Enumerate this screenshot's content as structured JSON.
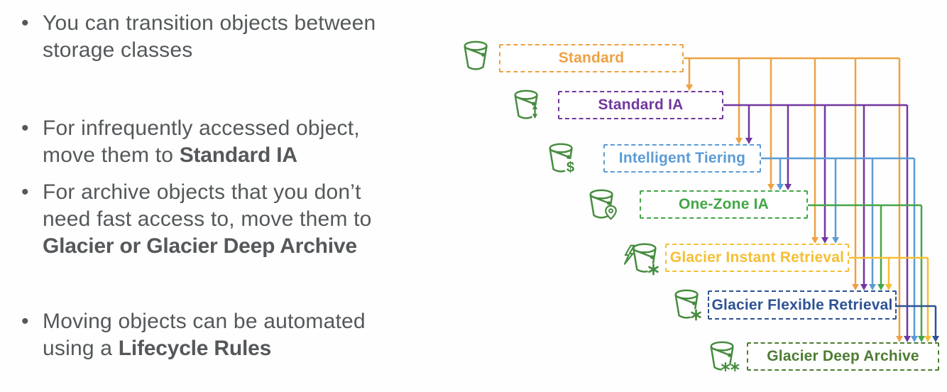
{
  "slide": {
    "background": "#fefefe",
    "text_color": "#54585a",
    "bullets": [
      {
        "pre": "You can transition objects between\nstorage classes",
        "emph": ""
      },
      {
        "pre": "For infrequently accessed object,\nmove them to ",
        "emph": "Standard IA"
      },
      {
        "pre": "For archive objects that you don’t\nneed fast access to, move them to\n",
        "emph": "Glacier or Glacier Deep Archive"
      },
      {
        "pre": "Moving objects can be automated\nusing a ",
        "emph": "Lifecycle Rules"
      }
    ]
  },
  "diagram": {
    "bucket_color": "#468c3f",
    "classes": [
      {
        "key": "standard",
        "label": "Standard",
        "color": "#efa143",
        "icon": "bucket-icon",
        "transitions_to": [
          "sia",
          "it",
          "oz",
          "gir",
          "gfr",
          "gda"
        ]
      },
      {
        "key": "sia",
        "label": "Standard IA",
        "color": "#7038a0",
        "icon": "bucket-updown-arrow-icon",
        "transitions_to": [
          "it",
          "oz",
          "gir",
          "gfr",
          "gda"
        ]
      },
      {
        "key": "it",
        "label": "Intelligent Tiering",
        "color": "#5b9bd5",
        "icon": "bucket-dollar-icon",
        "transitions_to": [
          "oz",
          "gir",
          "gfr",
          "gda"
        ]
      },
      {
        "key": "oz",
        "label": "One-Zone IA",
        "color": "#44a648",
        "icon": "bucket-location-pin-icon",
        "transitions_to": [
          "gfr",
          "gda"
        ]
      },
      {
        "key": "gir",
        "label": "Glacier Instant Retrieval",
        "color": "#f6bf33",
        "icon": "bucket-lightning-snowflake-icon",
        "transitions_to": [
          "gfr",
          "gda"
        ]
      },
      {
        "key": "gfr",
        "label": "Glacier Flexible Retrieval",
        "color": "#2e5394",
        "icon": "bucket-snowflake-icon",
        "transitions_to": [
          "gda"
        ]
      },
      {
        "key": "gda",
        "label": "Glacier Deep Archive",
        "color": "#4e7c33",
        "icon": "bucket-double-snowflake-icon",
        "transitions_to": []
      }
    ]
  }
}
